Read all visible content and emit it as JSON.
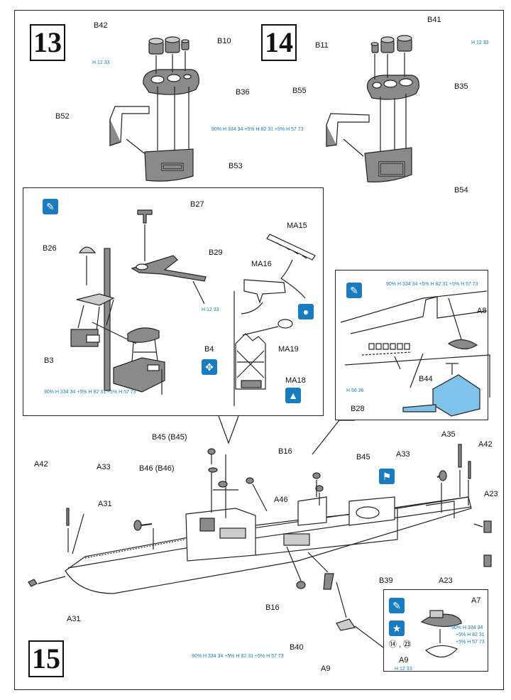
{
  "steps": {
    "s13": "13",
    "s14": "14",
    "s15": "15"
  },
  "step13": {
    "parts": {
      "b42": "B42",
      "b10": "B10",
      "b36": "B36",
      "b52": "B52",
      "b53": "B53"
    },
    "paint_small": "H 12 33",
    "paint_mix": "90% H 334 34 +5% H 82 31 +5% H 57 73"
  },
  "step14": {
    "parts": {
      "b41": "B41",
      "b11": "B11",
      "b35": "B35",
      "b55": "B55",
      "b54": "B54"
    },
    "paint_small": "H 12 33"
  },
  "mast_callout": {
    "parts": {
      "b27": "B27",
      "b26": "B26",
      "b29": "B29",
      "b3": "B3",
      "b4": "B4",
      "ma15": "MA15",
      "ma16": "MA16",
      "ma19": "MA19",
      "ma18": "MA18"
    },
    "paint_small": "H 12 33",
    "paint_mix": "90% H 334 34 +5% H 82 31 +5% H 57 73"
  },
  "deck_callout": {
    "parts": {
      "a8": "A8",
      "b44": "B44",
      "b28": "B28"
    },
    "paint_mix": "90% H 334 34 +5% H 82 31 +5% H 57 73",
    "paint_blue": "H 56 36"
  },
  "boat_callout": {
    "parts": {
      "a7": "A7",
      "a9": "A9"
    },
    "refs": "⑭ , ㉓",
    "paint_mix": [
      "90% H 334 34",
      "+5% H 82 31",
      "+5% H 57 73"
    ],
    "paint_small": "H 12 33"
  },
  "step15": {
    "parts": {
      "b45a": "B45 (B45)",
      "b46": "B46 (B46)",
      "b16a": "B16",
      "b45b": "B45",
      "a33a": "A33",
      "a35": "A35",
      "a42a": "A42",
      "a42b": "A42",
      "a33b": "A33",
      "a31a": "A31",
      "a46": "A46",
      "a23a": "A23",
      "a23b": "A23",
      "a31b": "A31",
      "b16b": "B16",
      "b39": "B39",
      "b40": "B40",
      "a9": "A9"
    },
    "paint_mix": "90% H 334 34 +5% H 82 31 +5% H 57 73"
  },
  "colors": {
    "accent": "#1a7cc0",
    "line": "#222222",
    "part_gray": "#8a8a8a"
  },
  "icons": [
    "brush-icon",
    "star-icon",
    "cross-arrows-icon",
    "up-arrow-icon",
    "flag-decal-icon"
  ]
}
